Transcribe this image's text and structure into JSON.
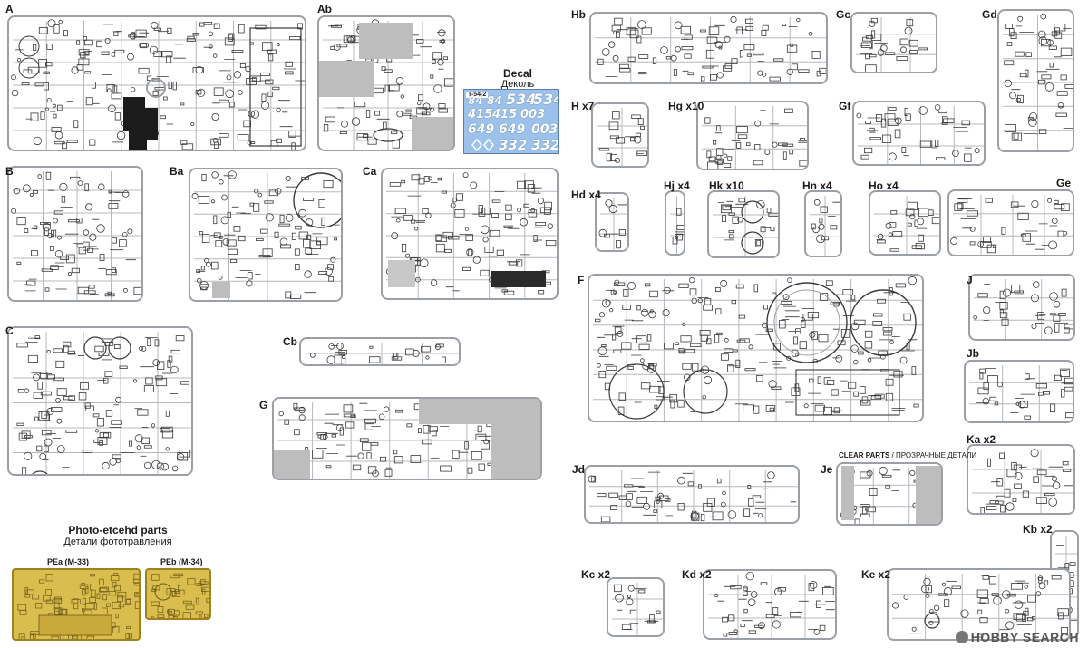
{
  "sprues": [
    {
      "id": "A"
    },
    {
      "id": "Ab"
    },
    {
      "id": "B"
    },
    {
      "id": "Ba"
    },
    {
      "id": "Ca"
    },
    {
      "id": "C"
    },
    {
      "id": "Cb"
    },
    {
      "id": "G"
    },
    {
      "id": "Hb"
    },
    {
      "id": "Gc"
    },
    {
      "id": "Gd"
    },
    {
      "id": "H x7"
    },
    {
      "id": "Hg x10"
    },
    {
      "id": "Gf"
    },
    {
      "id": "Hd x4"
    },
    {
      "id": "Hj x4"
    },
    {
      "id": "Hk x10"
    },
    {
      "id": "Hn x4"
    },
    {
      "id": "Ho x4"
    },
    {
      "id": "Ge"
    },
    {
      "id": "F"
    },
    {
      "id": "J"
    },
    {
      "id": "Jb"
    },
    {
      "id": "Ka x2"
    },
    {
      "id": "Jd"
    },
    {
      "id": "Je"
    },
    {
      "id": "Kb x2"
    },
    {
      "id": "Kc x2"
    },
    {
      "id": "Kd x2"
    },
    {
      "id": "Ke x2"
    }
  ],
  "decal": {
    "title": "Decal",
    "subtitle": "Деколь",
    "tag": "T-54-2",
    "markings": [
      "84",
      "84",
      "534",
      "534",
      "415",
      "415",
      "003",
      "649",
      "649",
      "003",
      "332",
      "332"
    ]
  },
  "clear_parts": {
    "label": "CLEAR PARTS",
    "label_ru": "ПРОЗРАЧНЫЕ ДЕТАЛИ"
  },
  "photo_etched": {
    "title": "Photo-etcehd parts",
    "subtitle": "Детали фототравления",
    "frets": [
      {
        "label": "PEa (M-33)"
      },
      {
        "label": "PEb (M-34)"
      }
    ]
  },
  "watermark": "HOBBY SEARCH",
  "colors": {
    "frame": "#9aa0a6",
    "parts": "#3a3a3a",
    "decal_bg": "#9cc2ec",
    "pe_brass": "#d9bd4f"
  }
}
